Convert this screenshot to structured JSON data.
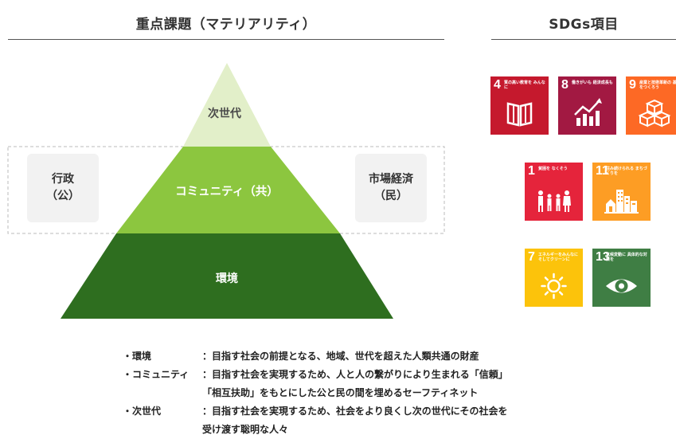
{
  "headings": {
    "materiality": "重点課題（マテリアリティ）",
    "sdgs": "SDGs項目"
  },
  "pyramid": {
    "top_label": "次世代",
    "middle_label": "コミュニティ（共）",
    "bottom_label": "環境",
    "colors": {
      "top": "#e2efc9",
      "middle": "#8cc63f",
      "bottom": "#2e6e1f"
    }
  },
  "side_boxes": {
    "left": {
      "line1": "行政",
      "line2": "（公）"
    },
    "right": {
      "line1": "市場経済",
      "line2": "（民）"
    }
  },
  "sdgs": [
    {
      "number": "4",
      "title": "質の高い教育を みんなに",
      "color": "#c5192d",
      "icon": "book-icon"
    },
    {
      "number": "8",
      "title": "働きがいも 経済成長も",
      "color": "#a21942",
      "icon": "growth-chart-icon"
    },
    {
      "number": "9",
      "title": "産業と技術革新の 基盤をつくろう",
      "color": "#fd6925",
      "icon": "cubes-icon"
    },
    {
      "number": "1",
      "title": "貧困を なくそう",
      "color": "#e5243b",
      "icon": "family-icon"
    },
    {
      "number": "11",
      "title": "住み続けられる まちづくりを",
      "color": "#fd9d24",
      "icon": "buildings-icon"
    },
    {
      "number": "7",
      "title": "エネルギーをみんなに そしてクリーンに",
      "color": "#fcc30b",
      "icon": "sun-icon"
    },
    {
      "number": "13",
      "title": "気候変動に 具体的な対策を",
      "color": "#3f7e44",
      "icon": "eye-icon"
    }
  ],
  "notes": [
    {
      "term": "・環境",
      "lines": [
        "：目指す社会の前提となる、地域、世代を超えた人類共通の財産"
      ]
    },
    {
      "term": "・コミュニティ",
      "lines": [
        "：目指す社会を実現するため、人と人の繋がりにより生まれる「信頼」",
        "「相互扶助」をもとにした公と民の間を埋めるセーフティネット"
      ]
    },
    {
      "term": "・次世代",
      "lines": [
        "：目指す社会を実現するため、社会をより良くし次の世代にその社会を",
        "受け渡す聡明な人々"
      ]
    }
  ]
}
